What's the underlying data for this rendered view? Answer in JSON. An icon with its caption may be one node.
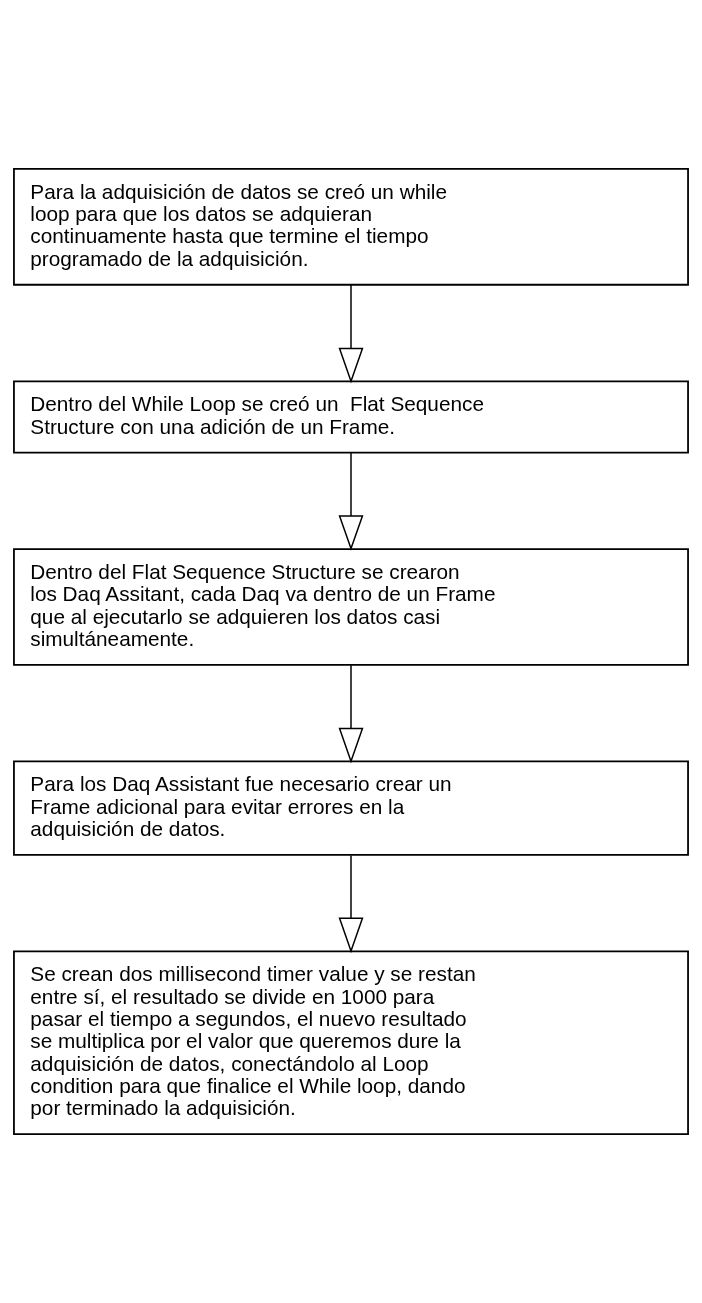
{
  "diagram": {
    "nodes": [
      {
        "text": [
          "Para la adquisición de datos se creó un while loop para que los datos se adquieran continuamente hasta que termine el tiempo programado de la adquisición."
        ]
      },
      {
        "text": [
          "Dentro del While Loop se creó un  Flat Sequence Structure con una adición de un Frame."
        ]
      },
      {
        "text": [
          "Dentro del Flat Sequence Structure se crearon los Daq Assitant, cada Daq va dentro de un Frame que al ejecutarlo se adquieren los datos casi simultáneamente."
        ]
      },
      {
        "text": [
          "Para los Daq Assistant fue necesario crear un Frame adicional para evitar errores en la adquisición de datos."
        ]
      },
      {
        "text": [
          "Se crean dos millisecond timer value y se restan entre sí, el resultado se divide en 1000 para pasar el tiempo a segundos, el nuevo resultado se multiplica por el valor que queremos dure la adquisición de datos, conectándolo al Loop condition para que finalice el While loop, dando por terminado la adquisición."
        ]
      }
    ],
    "edges": [
      {
        "from": 0,
        "to": 1,
        "arrow": "to"
      },
      {
        "from": 1,
        "to": 2,
        "arrow": "to"
      },
      {
        "from": 2,
        "to": 3,
        "arrow": "to"
      },
      {
        "from": 3,
        "to": 4,
        "arrow": "to"
      }
    ]
  }
}
